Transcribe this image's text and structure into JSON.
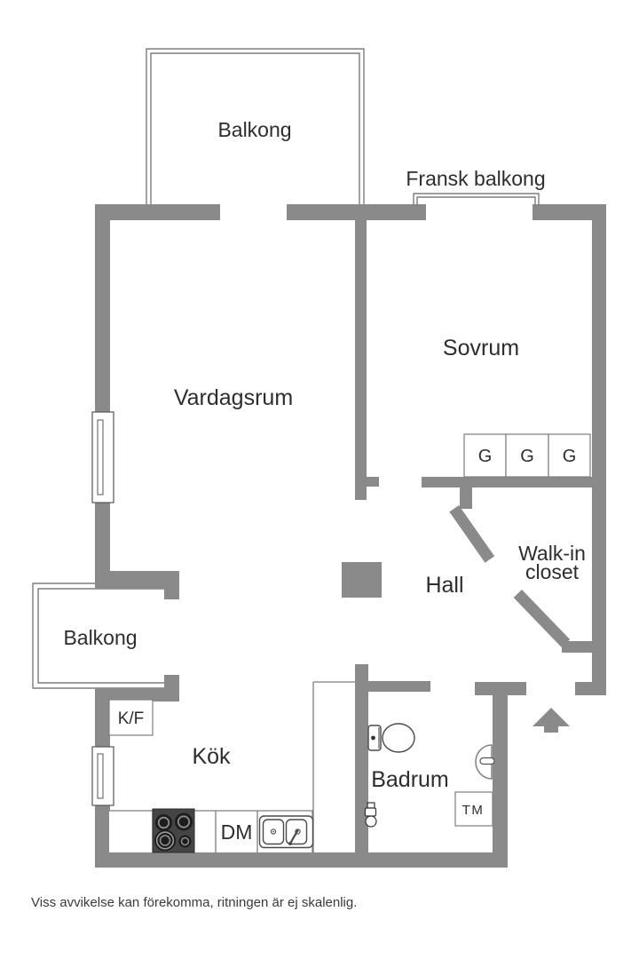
{
  "labels": {
    "balcony_top": "Balkong",
    "french_balcony": "Fransk balkong",
    "living_room": "Vardagsrum",
    "bedroom": "Sovrum",
    "balcony_left": "Balkong",
    "fridge_freezer": "K/F",
    "kitchen": "Kök",
    "dishwasher": "DM",
    "bathroom": "Badrum",
    "washing_machine": "TM",
    "hall": "Hall",
    "walk_in_line1": "Walk-in",
    "walk_in_line2": "closet",
    "disclaimer": "Viss avvikelse kan förekomma, ritningen är ej skalenlig."
  },
  "wardrobes": [
    "G",
    "G",
    "G"
  ],
  "colors": {
    "background": "#ffffff",
    "wall": "#8a8a8a",
    "thin_line": "#7d7d7d",
    "fixture_outline": "#4a4a4a",
    "stove_body": "#454545",
    "stove_burner": "#1d1d1d",
    "text": "#2d2d2d"
  }
}
